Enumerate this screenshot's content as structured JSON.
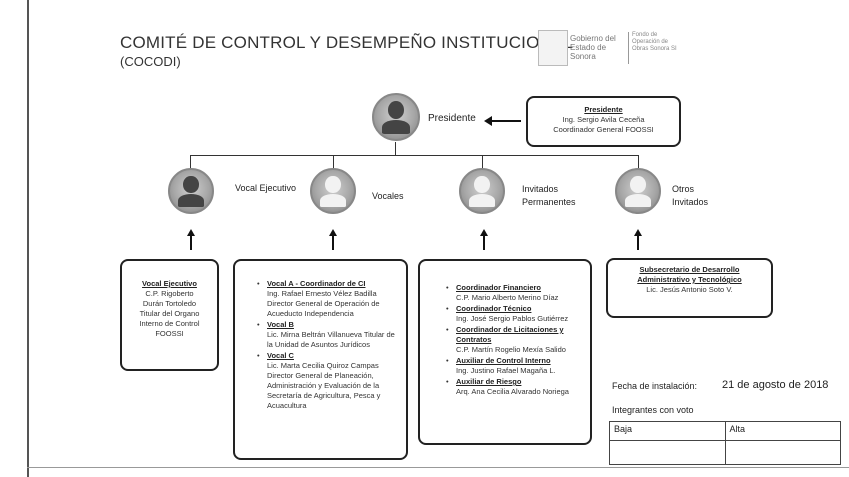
{
  "header": {
    "title": "COMITÉ DE CONTROL Y DESEMPEÑO INSTITUCIONAL",
    "subtitle": "(COCODI)",
    "logo_text_1": "Gobierno del Estado de Sonora",
    "logo_text_2": "Fondo de Operación de Obras Sonora SI"
  },
  "top": {
    "label": "Presidente",
    "box": {
      "heading": "Presidente",
      "name": "Ing. Sergio Avila Ceceña",
      "role": "Coordinador General FOOSSI"
    }
  },
  "groups": [
    {
      "label": "Vocal Ejecutivo"
    },
    {
      "label": "Vocales"
    },
    {
      "label": "Invitados Permanentes"
    },
    {
      "label": "Otros Invitados"
    }
  ],
  "boxes": {
    "vocal_ejecutivo": {
      "heading": "Vocal Ejecutivo",
      "lines": [
        "C.P. Rigoberto",
        "Durán Tortoledo",
        "Titular del Organo",
        "Interno de Control",
        "FOOSSI"
      ]
    },
    "vocales": [
      {
        "heading": "Vocal A - Coordinador de CI",
        "text": "Ing. Rafael Ernesto Vélez Badilla Director General de Operación de Acueducto Independencia"
      },
      {
        "heading": "Vocal B",
        "text": "Lic. Mirna Beltrán Villanueva Titular de la Unidad de Asuntos Jurídicos"
      },
      {
        "heading": "Vocal C",
        "text": "Lic. Marta Cecilia Quiroz Campas Director General de Planeación, Administración y Evaluación de la Secretaría de Agricultura, Pesca y Acuacultura"
      }
    ],
    "invitados": [
      {
        "heading": "Coordinador Financiero",
        "text": "C.P. Mario Alberto Merino Díaz"
      },
      {
        "heading": "Coordinador Técnico",
        "text": "Ing. José Sergio Pablos Gutiérrez"
      },
      {
        "heading": "Coordinador de Licitaciones y Contratos",
        "text": "C.P. Martín Rogelio Mexía Salido"
      },
      {
        "heading": "Auxiliar de Control Interno",
        "text": "Ing. Justino Rafael Magaña L."
      },
      {
        "heading": "Auxiliar de Riesgo",
        "text": "Arq. Ana Cecilia Alvarado Noriega"
      }
    ],
    "otros": {
      "heading": "Subsecretario de Desarrollo Administrativo y Tecnológico",
      "name": "Lic. Jesús Antonio Soto V."
    }
  },
  "footer": {
    "fecha_label": "Fecha de instalación:",
    "fecha_value": "21 de agosto de 2018",
    "integrantes_label": "Integrantes con voto",
    "table": [
      "Baja",
      "Alta"
    ]
  }
}
